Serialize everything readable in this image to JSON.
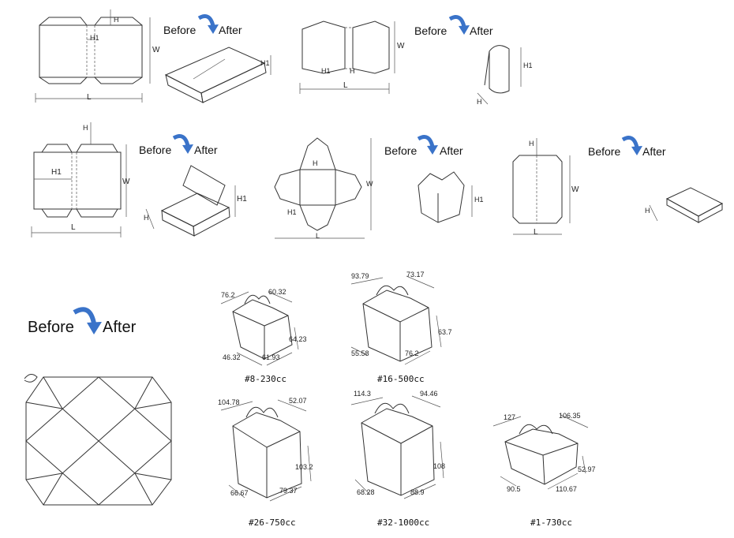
{
  "labels": {
    "before": "Before",
    "after": "After",
    "dim_L": "L",
    "dim_W": "W",
    "dim_H": "H",
    "dim_H1": "H1"
  },
  "colors": {
    "arrow": "#3a73c9",
    "line": "#333333"
  },
  "icons": [
    "curved-arrow-icon"
  ],
  "boxes": [
    {
      "caption": "#8-230cc",
      "dims": [
        "76.2",
        "60.32",
        "64.23",
        "46.32",
        "61.93"
      ]
    },
    {
      "caption": "#16-500cc",
      "dims": [
        "93.79",
        "73.17",
        "63.7",
        "55.58",
        "76.2"
      ]
    },
    {
      "caption": "#26-750cc",
      "dims": [
        "104.78",
        "52.07",
        "103.2",
        "66.67",
        "79.37"
      ]
    },
    {
      "caption": "#32-1000cc",
      "dims": [
        "114.3",
        "94.46",
        "108",
        "68.28",
        "88.9"
      ]
    },
    {
      "caption": "#1-730cc",
      "dims": [
        "127",
        "106.35",
        "52.97",
        "90.5",
        "110.67"
      ]
    }
  ]
}
